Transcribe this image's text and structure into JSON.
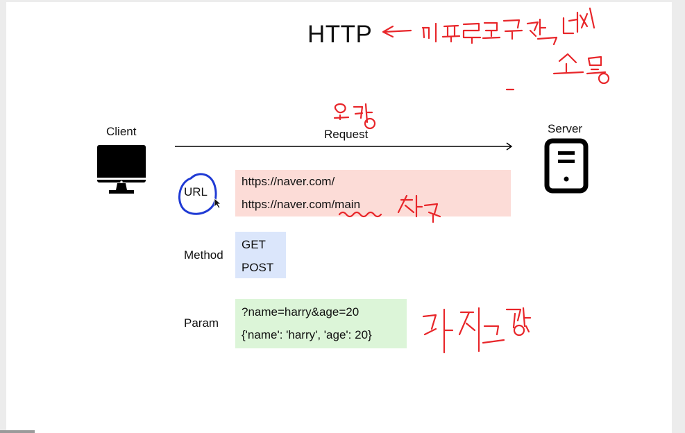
{
  "title": "HTTP",
  "client_label": "Client",
  "server_label": "Server",
  "request_label": "Request",
  "rows": {
    "url": {
      "label": "URL",
      "values": [
        "https://naver.com/",
        "https://naver.com/main"
      ],
      "color": "#fcdcd7"
    },
    "method": {
      "label": "Method",
      "values": [
        "GET",
        "POST"
      ],
      "color": "#dbe6fb"
    },
    "param": {
      "label": "Param",
      "values": [
        "?name=harry&age=20",
        "{'name': 'harry', 'age': 20}"
      ],
      "color": "#dcf5d8"
    }
  },
  "colors": {
    "ink_red": "#e8262a",
    "ink_blue": "#1f3ad4",
    "icon": "#000000"
  }
}
